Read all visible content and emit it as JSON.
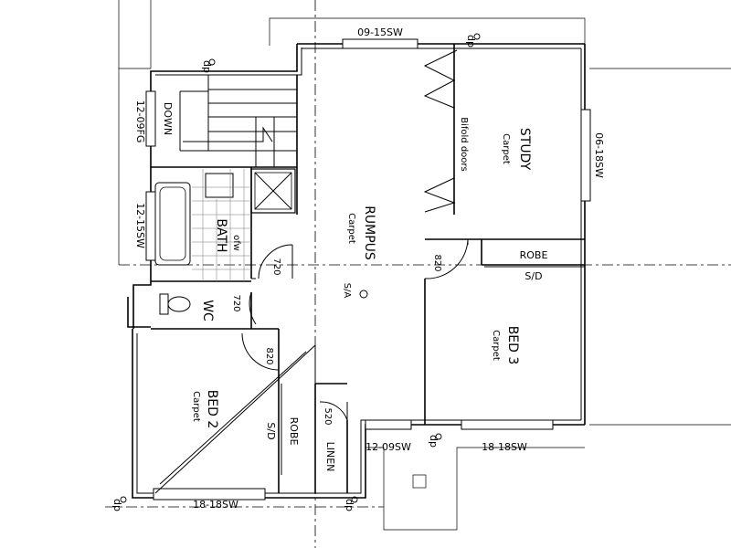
{
  "rooms": {
    "study": {
      "name": "STUDY",
      "floor": "Carpet"
    },
    "rumpus": {
      "name": "RUMPUS",
      "floor": "Carpet"
    },
    "bath": {
      "name": "BATH",
      "fw": "ofw"
    },
    "wc": {
      "name": "WC"
    },
    "bed2": {
      "name": "BED 2",
      "floor": "Carpet"
    },
    "bed3": {
      "name": "BED 3",
      "floor": "Carpet"
    },
    "robe_bed3": {
      "name": "ROBE",
      "door": "S/D"
    },
    "robe_bed2": {
      "name": "ROBE",
      "door": "S/D"
    },
    "linen": {
      "name": "LINEN"
    },
    "stairs": {
      "label": "DOWN"
    }
  },
  "windows": {
    "top": "09-15SW",
    "study_side": "06-18SW",
    "stair": "12-09FG",
    "bath": "12-15SW",
    "bottom_mid": "12-09SW",
    "bed3_bottom": "18-18SW",
    "bed2_bottom": "18-18SW"
  },
  "doors": {
    "bath": "720",
    "wc": "720",
    "bed2": "820",
    "bed3": "820",
    "linen": "520"
  },
  "notes": {
    "bifold": "Bifold doors",
    "smoke_alarm": "S/A",
    "downpipe": "dp"
  }
}
